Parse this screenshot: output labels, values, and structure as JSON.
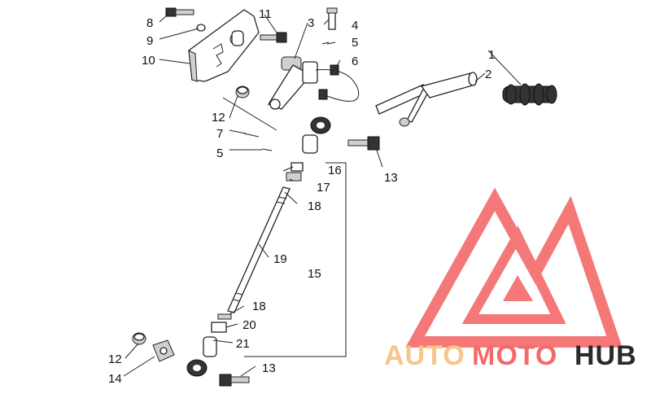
{
  "callouts": {
    "c1": "1",
    "c2": "2",
    "c3": "3",
    "c4": "4",
    "c5a": "5",
    "c5b": "5",
    "c6": "6",
    "c7": "7",
    "c8": "8",
    "c9": "9",
    "c10": "10",
    "c11": "11",
    "c12a": "12",
    "c12b": "12",
    "c13a": "13",
    "c13b": "13",
    "c14": "14",
    "c15": "15",
    "c16": "16",
    "c17": "17",
    "c18a": "18",
    "c18b": "18",
    "c19": "19",
    "c20": "20",
    "c21": "21"
  },
  "watermark": {
    "auto": "AUTO",
    "moto": "MOTO",
    "hub": "HUB",
    "colors": {
      "auto": "#f7c68a",
      "moto": "#f46a6a",
      "hub": "#2a2a2a",
      "logo": "#f46a6a"
    }
  }
}
